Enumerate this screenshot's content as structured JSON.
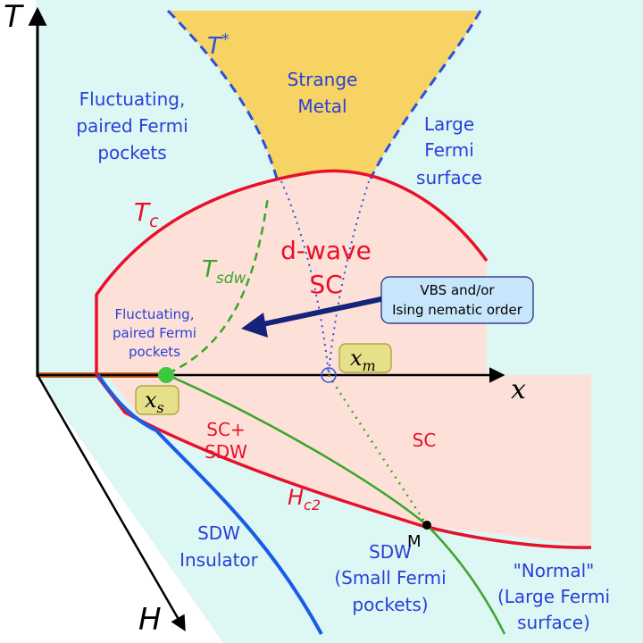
{
  "axes": {
    "t_label": "T",
    "x_label": "x",
    "h_label": "H"
  },
  "regions": {
    "fluct_upper": [
      "Fluctuating,",
      "paired Fermi",
      "pockets"
    ],
    "strange_metal": [
      "Strange",
      "Metal"
    ],
    "large_fermi": [
      "Large",
      "Fermi",
      "surface"
    ],
    "dwave_sc": [
      "d-wave",
      "SC"
    ],
    "fluct_lower": [
      "Fluctuating,",
      "paired Fermi",
      "pockets"
    ],
    "sc_sdw": [
      "SC+",
      "SDW"
    ],
    "sc": "SC",
    "sdw_insulator": [
      "SDW",
      "Insulator"
    ],
    "sdw_small": [
      "SDW",
      "(Small Fermi",
      "pockets)"
    ],
    "normal_large": [
      "\"Normal\"",
      "(Large Fermi",
      "surface)"
    ]
  },
  "curve_labels": {
    "tstar_main": "T",
    "tstar_sup": "*",
    "tc_main": "T",
    "tc_sub": "c",
    "tsdw_main": "T",
    "tsdw_sub": "sdw",
    "hc2_main": "H",
    "hc2_sub": "c2",
    "m_point": "M"
  },
  "callout": [
    "VBS and/or",
    "Ising nematic order"
  ],
  "markers": {
    "xs_main": "x",
    "xs_sub": "s",
    "xm_main": "x",
    "xm_sub": "m"
  },
  "colors": {
    "background_cyan": "#ddf7f4",
    "strange_metal_fill": "#f6d363",
    "sc_fill": "#fde1d8",
    "tc_line": "#e8102a",
    "tstar_line": "#2b4fe0",
    "tsdw_line": "#3aa52a",
    "sdw_line": "#1a5be8",
    "label_blue": "#2a3fd8",
    "arrow_navy": "#16237a",
    "marker_box": "#e6e08a",
    "insulator_bar": "#c8601a"
  }
}
